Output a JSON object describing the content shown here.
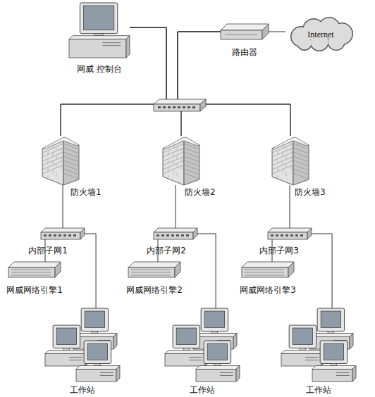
{
  "diagram": {
    "nodes": [
      {
        "text": [
          "网威 控制台"
        ]
      },
      {
        "text": [
          "路由器"
        ]
      },
      {
        "text": [
          "Internet"
        ]
      },
      {
        "text": [
          "防火墙1"
        ]
      },
      {
        "text": [
          "防火墙2"
        ]
      },
      {
        "text": [
          "防火墙3"
        ]
      },
      {
        "text": [
          "内部子网1"
        ]
      },
      {
        "text": [
          "内部子网2"
        ]
      },
      {
        "text": [
          "内部子网3"
        ]
      },
      {
        "text": [
          "网威网络引擎1"
        ]
      },
      {
        "text": [
          "网威网络引擎2"
        ]
      },
      {
        "text": [
          "网威网络引擎3"
        ]
      },
      {
        "text": [
          "工作站"
        ]
      },
      {
        "text": [
          "工作站"
        ]
      },
      {
        "text": [
          "工作站"
        ]
      }
    ],
    "edges": [
      {
        "from": 1,
        "to": 2,
        "arrow": "none"
      },
      {
        "from": 0,
        "to": 3,
        "arrow": "none"
      },
      {
        "from": 0,
        "to": 4,
        "arrow": "none"
      },
      {
        "from": 0,
        "to": 5,
        "arrow": "none"
      },
      {
        "from": 1,
        "to": 3,
        "arrow": "none"
      },
      {
        "from": 1,
        "to": 4,
        "arrow": "none"
      },
      {
        "from": 1,
        "to": 5,
        "arrow": "none"
      },
      {
        "from": 3,
        "to": 6,
        "arrow": "none"
      },
      {
        "from": 4,
        "to": 7,
        "arrow": "none"
      },
      {
        "from": 5,
        "to": 8,
        "arrow": "none"
      },
      {
        "from": 6,
        "to": 9,
        "arrow": "none"
      },
      {
        "from": 6,
        "to": 12,
        "arrow": "none"
      },
      {
        "from": 7,
        "to": 10,
        "arrow": "none"
      },
      {
        "from": 7,
        "to": 13,
        "arrow": "none"
      },
      {
        "from": 8,
        "to": 11,
        "arrow": "none"
      },
      {
        "from": 8,
        "to": 14,
        "arrow": "none"
      }
    ]
  }
}
